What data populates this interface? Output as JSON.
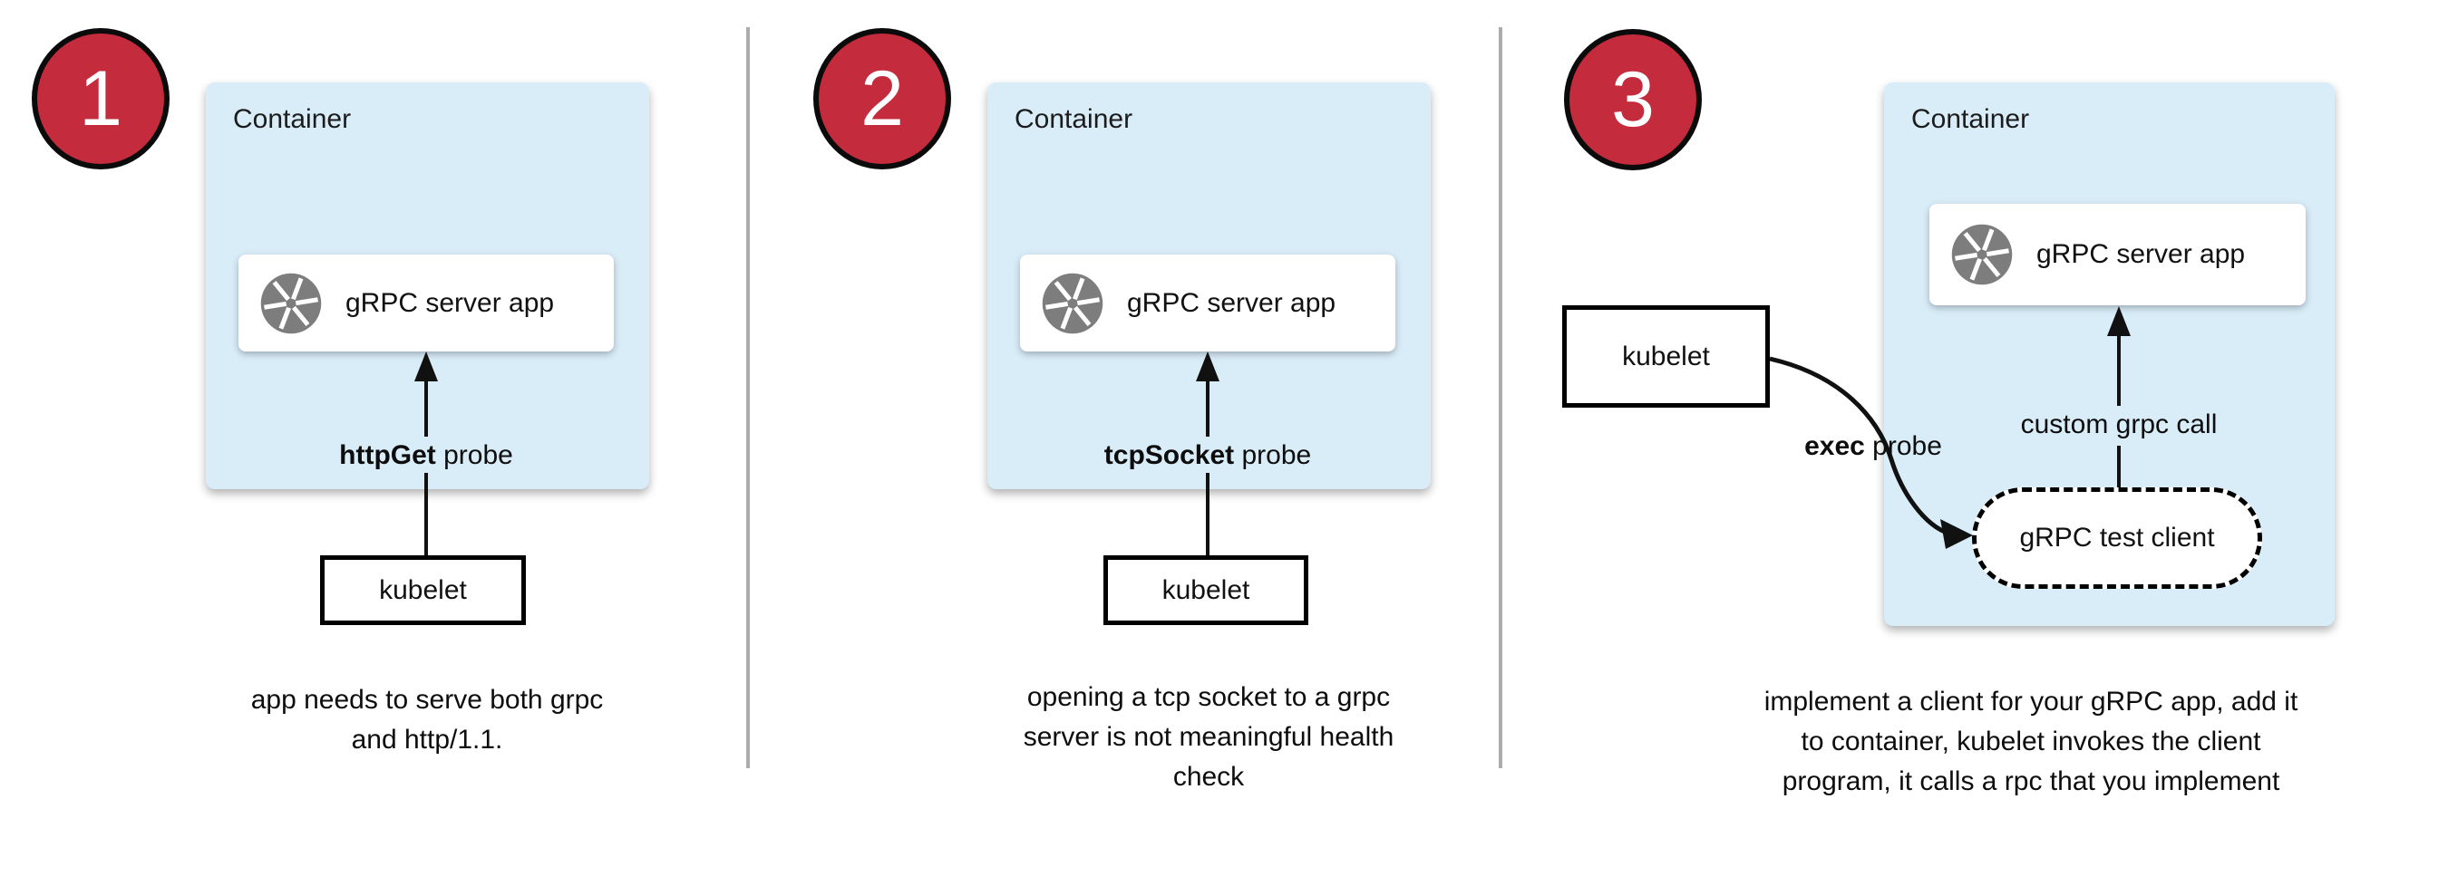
{
  "title": "gRPC health-check probe options diagram",
  "colors": {
    "badge_red": "#C42B3C",
    "container_blue": "#D9EDF9",
    "icon_gray": "#7D7D7D",
    "divider_gray": "#ADADAD",
    "line_black": "#111111"
  },
  "icons": {
    "app_icon": "aperture-icon"
  },
  "panels": [
    {
      "number": "1",
      "container_label": "Container",
      "app_label": "gRPC server app",
      "probe_bold": "httpGet",
      "probe_rest": " probe",
      "kubelet_label": "kubelet",
      "caption_lines": [
        "app needs to serve both grpc",
        "and http/1.1."
      ]
    },
    {
      "number": "2",
      "container_label": "Container",
      "app_label": "gRPC server app",
      "probe_bold": "tcpSocket",
      "probe_rest": " probe",
      "kubelet_label": "kubelet",
      "caption_lines": [
        "opening a tcp socket to a grpc",
        "server is not meaningful health",
        "check"
      ]
    },
    {
      "number": "3",
      "container_label": "Container",
      "app_label": "gRPC server app",
      "probe_bold": "exec",
      "probe_rest": " probe",
      "kubelet_label": "kubelet",
      "grpc_call_label": "custom grpc call",
      "test_client_label": "gRPC test client",
      "caption_lines": [
        "implement a client for your gRPC app, add it",
        "to container, kubelet invokes the client",
        "program, it calls a rpc that you implement"
      ]
    }
  ]
}
